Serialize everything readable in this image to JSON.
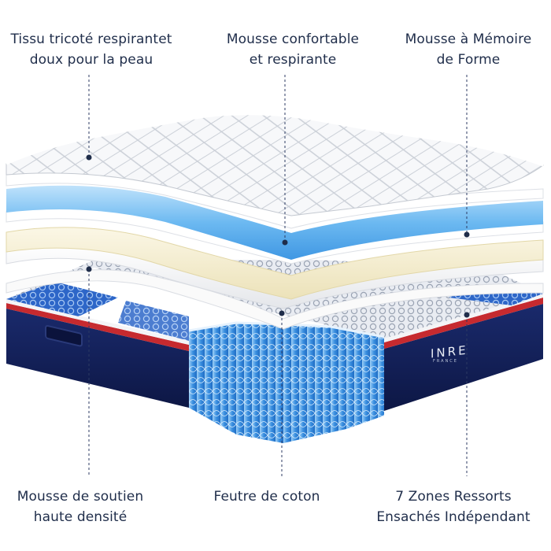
{
  "brand": {
    "name": "INRE",
    "subtitle": "FRANCE"
  },
  "colors": {
    "text": "#1f2d4a",
    "navy": "#12205a",
    "red": "#c62a2f",
    "blue_foam": "#6ab7f0",
    "cream_foam": "#f1e9c6",
    "springs": "#3a8fe0"
  },
  "labels": {
    "top_left": {
      "line1": "Tissu tricoté respirantet",
      "line2": "doux pour la peau"
    },
    "top_middle": {
      "line1": "Mousse confortable",
      "line2": "et respirante"
    },
    "top_right": {
      "line1": "Mousse à Mémoire",
      "line2": "de Forme"
    },
    "bottom_left": {
      "line1": "Mousse de soutien",
      "line2": "haute densité"
    },
    "bottom_middle": {
      "line1": "Feutre de coton"
    },
    "bottom_right": {
      "line1": "7 Zones Ressorts",
      "line2": "Ensachés Indépendant"
    }
  }
}
